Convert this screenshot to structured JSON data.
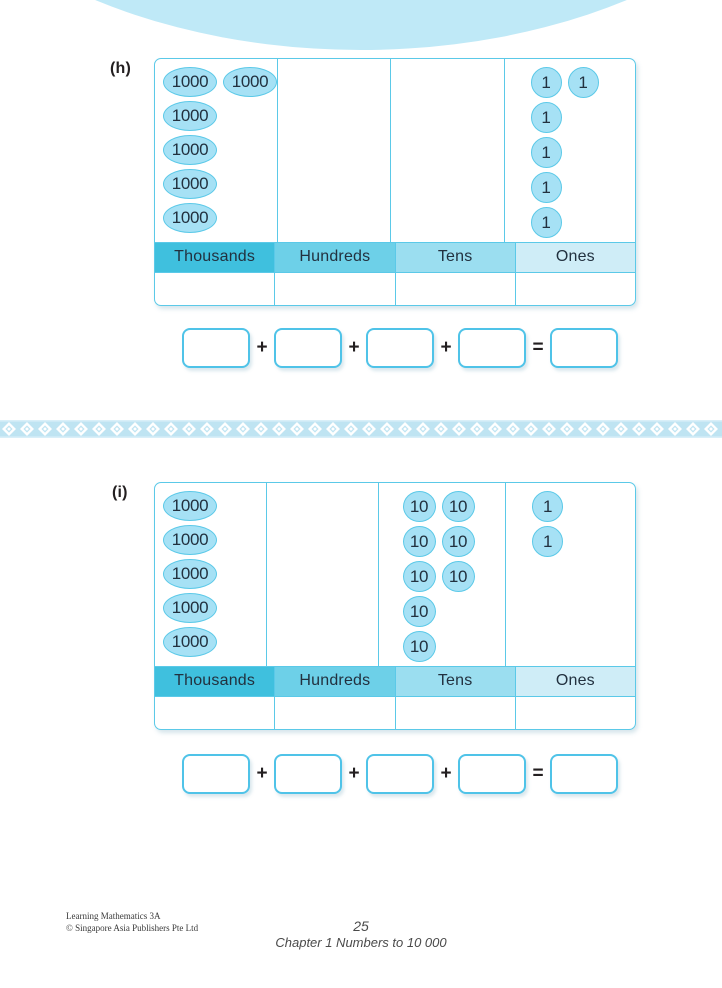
{
  "page": {
    "number": "25",
    "chapter_line": "Chapter 1  Numbers to 10 000",
    "publisher_line1": "Learning Mathematics 3A",
    "publisher_line2": "© Singapore Asia Publishers Pte Ltd"
  },
  "colors": {
    "header_thousands": "#3FC0DE",
    "header_hundreds": "#6DD0E8",
    "header_tens": "#9BDEF0",
    "header_ones": "#CFEDF7",
    "border": "#5BC9E8",
    "disc_fill": "#A6E1F5",
    "band": "#BFE4F2",
    "arc": "#BFE9F7"
  },
  "table_headers": [
    "Thousands",
    "Hundreds",
    "Tens",
    "Ones"
  ],
  "equation_operators": [
    "+",
    "+",
    "+",
    "="
  ],
  "exercises": [
    {
      "label": "(h)",
      "columns": [
        {
          "place": "Thousands",
          "disc_value": "1000",
          "rows": [
            2,
            1,
            1,
            1,
            1
          ],
          "total_discs": 6
        },
        {
          "place": "Hundreds",
          "disc_value": "100",
          "rows": [],
          "total_discs": 0
        },
        {
          "place": "Tens",
          "disc_value": "10",
          "rows": [],
          "total_discs": 0
        },
        {
          "place": "Ones",
          "disc_value": "1",
          "rows": [
            2,
            1,
            1,
            1,
            1
          ],
          "total_discs": 6
        }
      ],
      "answer_row": [
        "",
        "",
        "",
        ""
      ],
      "equation_boxes": [
        "",
        "",
        "",
        "",
        ""
      ]
    },
    {
      "label": "(i)",
      "columns": [
        {
          "place": "Thousands",
          "disc_value": "1000",
          "rows": [
            1,
            1,
            1,
            1,
            1
          ],
          "total_discs": 5
        },
        {
          "place": "Hundreds",
          "disc_value": "100",
          "rows": [],
          "total_discs": 0
        },
        {
          "place": "Tens",
          "disc_value": "10",
          "rows": [
            2,
            2,
            2,
            1,
            1
          ],
          "total_discs": 8
        },
        {
          "place": "Ones",
          "disc_value": "1",
          "rows": [
            1,
            1
          ],
          "total_discs": 2
        }
      ],
      "answer_row": [
        "",
        "",
        "",
        ""
      ],
      "equation_boxes": [
        "",
        "",
        "",
        "",
        ""
      ]
    }
  ]
}
